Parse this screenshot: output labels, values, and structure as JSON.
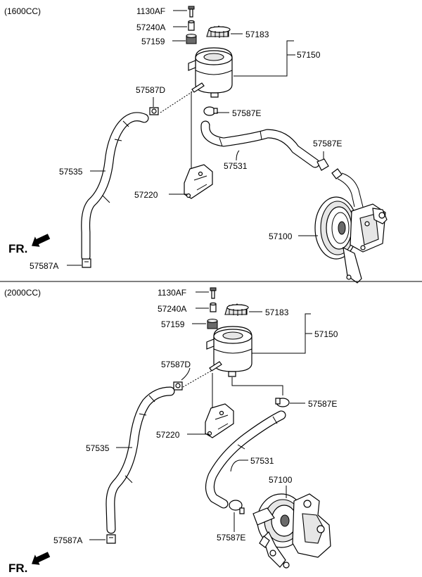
{
  "sections": [
    {
      "title": "(1600CC)",
      "orientation_label": "FR.",
      "labels": {
        "bolt": "1130AF",
        "bushing": "57240A",
        "grommet": "57159",
        "cap": "57183",
        "reservoir": "57150",
        "clamp_d": "57587D",
        "clamp_e_reservoir": "57587E",
        "clamp_e_pump": "57587E",
        "suction_hose": "57531",
        "return_hose": "57535",
        "bracket": "57220",
        "pump": "57100",
        "clamp_a": "57587A"
      }
    },
    {
      "title": "(2000CC)",
      "orientation_label": "FR.",
      "labels": {
        "bolt": "1130AF",
        "bushing": "57240A",
        "grommet": "57159",
        "cap": "57183",
        "reservoir": "57150",
        "clamp_d": "57587D",
        "clamp_e_reservoir": "57587E",
        "clamp_e_pump": "57587E",
        "suction_hose": "57531",
        "return_hose": "57535",
        "bracket": "57220",
        "pump": "57100",
        "clamp_a": "57587A"
      }
    }
  ],
  "icons": [
    "bolt-icon",
    "bushing-icon",
    "grommet-icon",
    "reservoir-cap-icon",
    "reservoir-icon",
    "hose-clamp-icon",
    "hose-icon",
    "bracket-icon",
    "power-steering-pump-icon",
    "front-arrow-icon"
  ]
}
